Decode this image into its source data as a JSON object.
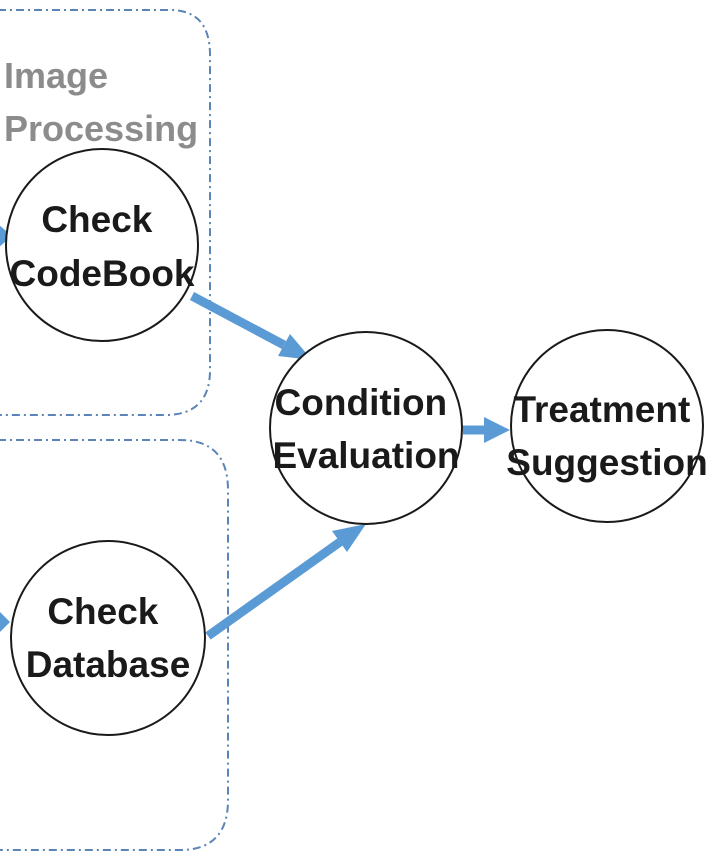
{
  "colors": {
    "edge": "#5b9bd5",
    "group_border": "#5b84b8",
    "group_label": "#8c8c8c",
    "node_border": "#1a1a1a",
    "node_text": "#1a1a1a"
  },
  "groups": [
    {
      "id": "image-processing",
      "label_lines": [
        "Image",
        "Processing"
      ]
    },
    {
      "id": "database",
      "label_lines": []
    }
  ],
  "nodes": [
    {
      "id": "check-codebook",
      "label_lines": [
        "Check",
        "CodeBook"
      ]
    },
    {
      "id": "check-database",
      "label_lines": [
        "Check",
        "Database"
      ]
    },
    {
      "id": "condition-evaluation",
      "label_lines": [
        "Condition",
        "Evaluation"
      ]
    },
    {
      "id": "treatment-suggestion",
      "label_lines": [
        "Treatment",
        "Suggestion"
      ]
    }
  ],
  "edges": [
    {
      "from": "external-left-top",
      "to": "check-codebook"
    },
    {
      "from": "external-left-bottom",
      "to": "check-database"
    },
    {
      "from": "check-codebook",
      "to": "condition-evaluation"
    },
    {
      "from": "check-database",
      "to": "condition-evaluation"
    },
    {
      "from": "condition-evaluation",
      "to": "treatment-suggestion"
    }
  ]
}
